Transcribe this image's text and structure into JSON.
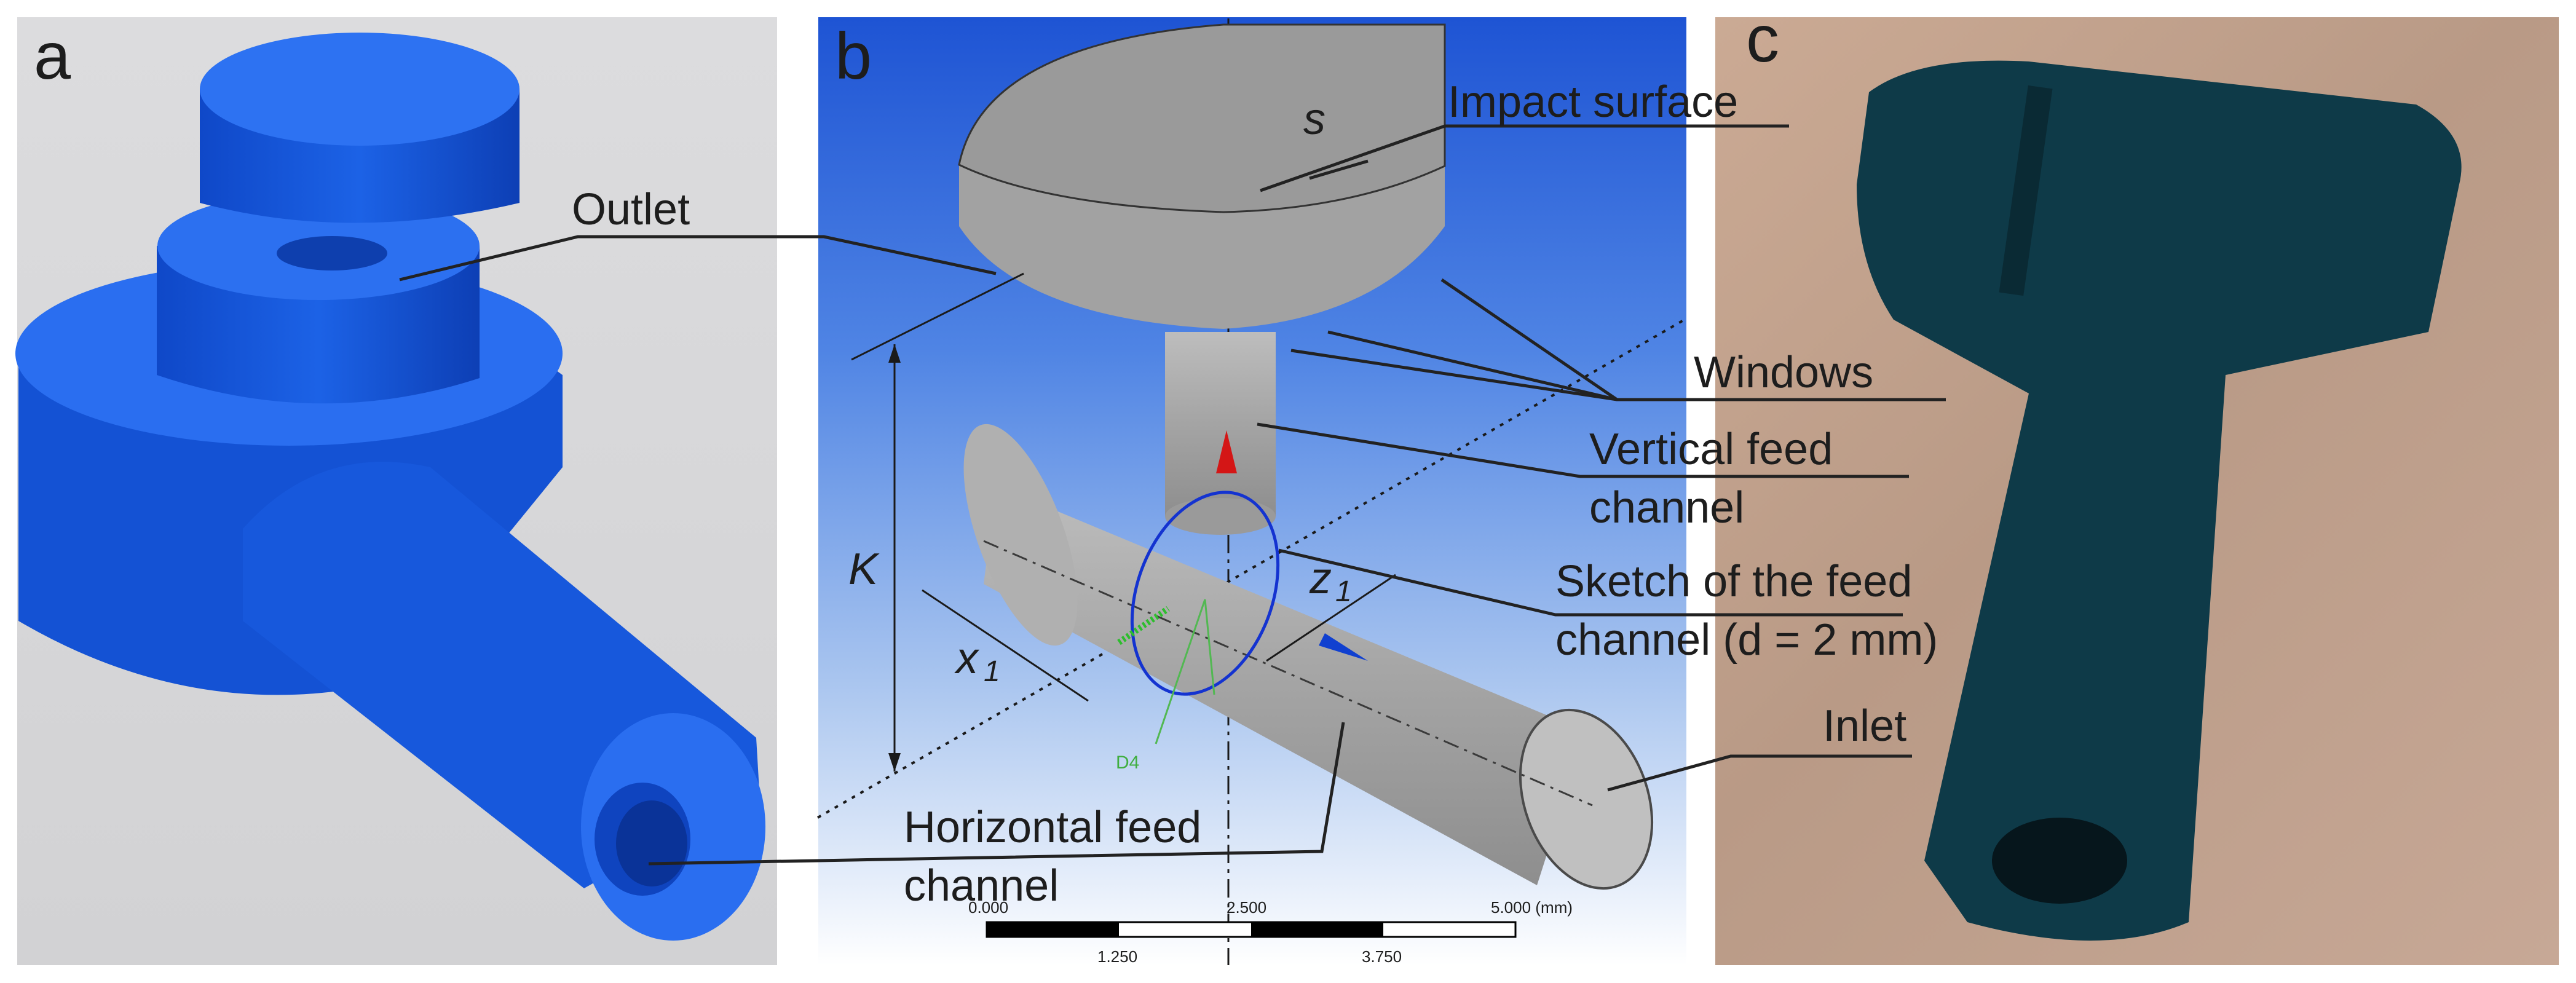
{
  "panels": {
    "a": {
      "letter": "a"
    },
    "b": {
      "letter": "b"
    },
    "c": {
      "letter": "c"
    }
  },
  "labels": {
    "outlet": "Outlet",
    "impact_surface": "Impact surface",
    "s": "s",
    "windows": "Windows",
    "vertical_feed_1": "Vertical feed",
    "vertical_feed_2": "channel",
    "sketch_1": "Sketch of the feed",
    "sketch_2": "channel (d = 2 mm)",
    "inlet": "Inlet",
    "horizontal_feed_1": "Horizontal feed",
    "horizontal_feed_2": "channel",
    "k": "K",
    "x1": "x",
    "x1_sub": "1",
    "z1": "z",
    "z1_sub": "1",
    "d4": "D4"
  },
  "scale_bar": {
    "top_ticks": [
      "0.000",
      "2.500",
      "5.000 (mm)"
    ],
    "bottom_ticks": [
      "1.250",
      "3.750"
    ]
  },
  "colors": {
    "part_blue": "#1556d8",
    "part_gray": "#a6a6a6",
    "printed_part": "#0c3d4a"
  }
}
